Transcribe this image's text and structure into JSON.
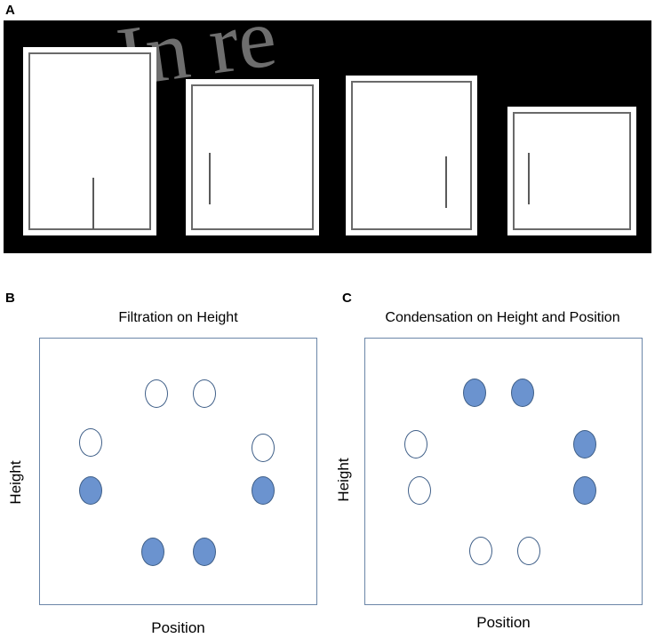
{
  "panels": {
    "a": {
      "letter": "A",
      "watermark": "In re"
    },
    "b": {
      "letter": "B",
      "title": "Filtration on Height",
      "xlabel": "Position",
      "ylabel": "Height",
      "ovals": [
        {
          "filled": false
        },
        {
          "filled": false
        },
        {
          "filled": false
        },
        {
          "filled": false
        },
        {
          "filled": true
        },
        {
          "filled": true
        },
        {
          "filled": true
        },
        {
          "filled": true
        }
      ]
    },
    "c": {
      "letter": "C",
      "title": "Condensation on Height and Position",
      "xlabel": "Position",
      "ylabel": "Height",
      "ovals": [
        {
          "filled": true
        },
        {
          "filled": true
        },
        {
          "filled": false
        },
        {
          "filled": true
        },
        {
          "filled": false
        },
        {
          "filled": true
        },
        {
          "filled": false
        },
        {
          "filled": false
        }
      ]
    }
  },
  "colors": {
    "strip_background": "#000000",
    "frame": "#ffffff",
    "plot_border": "#6b86a8",
    "filled_oval": "#6b93cf",
    "oval_outline": "#3f5f88"
  }
}
